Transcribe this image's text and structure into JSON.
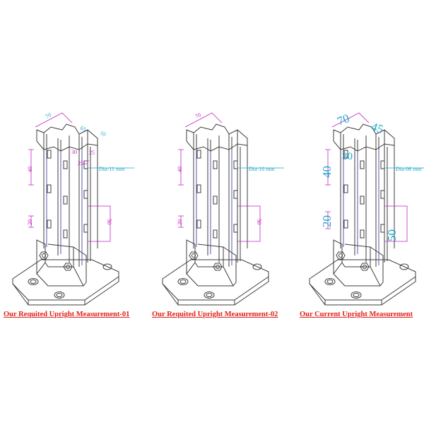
{
  "colors": {
    "outline": "#3c3c3c",
    "inner": "#5a5fc4",
    "dimension_magenta": "#c026c0",
    "dimension_cyan": "#1aa7c9",
    "caption_red": "#e0201a"
  },
  "figures": [
    {
      "caption": "Our Requited Upright Measurement-01",
      "dim_top_width": "70",
      "dim_top_depth": "65",
      "dim_lip": "10",
      "dim_inner": "30",
      "dim_side_a": "25",
      "dim_side_b": "25",
      "dim_pitch_upper": "40",
      "dim_pitch_lower": "20",
      "dim_right": "50",
      "hole_label": "Dia-11 mm"
    },
    {
      "caption": "Our Requited Upright Measurement-02",
      "dim_top_width": "70",
      "dim_top_depth": "",
      "dim_lip": "",
      "dim_inner": "",
      "dim_side_a": "",
      "dim_side_b": "",
      "dim_pitch_upper": "40",
      "dim_pitch_lower": "20",
      "dim_right": "50",
      "hole_label": "Dia-10 mm"
    },
    {
      "caption": "Our Current Upright Measurement",
      "dim_top_width": "70",
      "dim_top_depth": "45",
      "dim_lip": "",
      "dim_inner": "30",
      "dim_side_a": "",
      "dim_side_b": "",
      "dim_pitch_upper": "40",
      "dim_pitch_lower": "20",
      "dim_right": "50",
      "hole_label": "Dia-06 mm"
    }
  ]
}
